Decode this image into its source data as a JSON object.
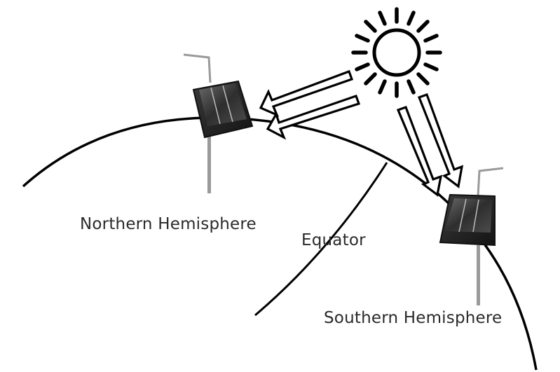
{
  "labels": {
    "northern": "Northern Hemisphere",
    "equator": "Equator",
    "southern": "Southern Hemisphere"
  },
  "colors": {
    "line": "#000000",
    "panel_dark": "#2b2b2b",
    "panel_light": "#5a5a5a",
    "stake": "#9a9a9a",
    "text": "#2a2a2a"
  },
  "icons": {
    "sun": "sun-icon",
    "solar_device": "solar-light-icon"
  }
}
